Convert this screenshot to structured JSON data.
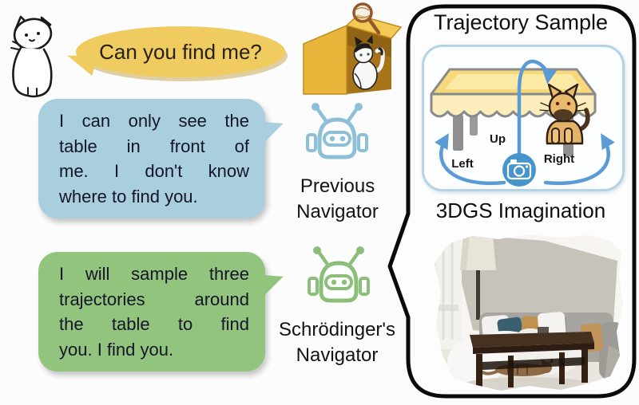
{
  "left_scene": {
    "cat_icon": "sketch-cat",
    "question_bubble": {
      "text": "Can you find me?"
    },
    "hidden_cat_icon": "cat-hiding-in-box-with-magnifier",
    "previous": {
      "bubble_lines": [
        "I can only see the",
        "table in front of",
        "me. I don't know",
        "where to find you."
      ],
      "label": "Previous Navigator",
      "robot_icon": "robot-face"
    },
    "schrodinger": {
      "bubble_lines": [
        "I will sample three",
        "trajectories around",
        "the table to find",
        "you. I find you."
      ],
      "label": "Schrödinger's Navigator",
      "robot_icon": "robot-face"
    }
  },
  "panel": {
    "title": "Trajectory Sample",
    "trajectory_diagram": {
      "labels": {
        "up": "Up",
        "left": "Left",
        "right": "Right"
      },
      "camera_icon": "camera",
      "cat_icon": "cat-under-table"
    },
    "imagination_label": "3DGS Imagination",
    "imagination_image": "3dgs-living-room-render-with-cat-under-coffee-table"
  },
  "colors": {
    "question_bubble": "#f0cb5f",
    "previous_bubble": "#a9cede",
    "schrodinger_bubble": "#93c47d",
    "previous_robot": "#8cc0d6",
    "schrodinger_robot": "#8bbf79",
    "arrow_blue": "#5b9bd5",
    "camera_blue": "#4795ca",
    "table_yellow": "#f7d97b",
    "panel_border": "#0a0a0a"
  }
}
